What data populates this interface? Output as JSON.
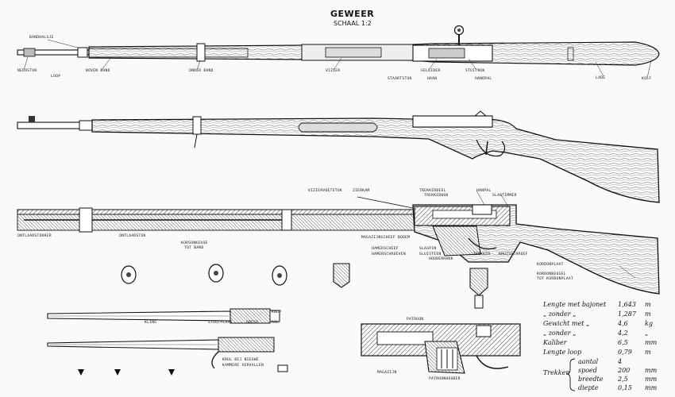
{
  "header": {
    "title": "GEWEER",
    "scale": "SCHAAL 1:2"
  },
  "labels": {
    "bandhalsje": "BANDHALSJE",
    "neerstuk": "NEERSTUK",
    "loop": "LOOP",
    "bovenband": "BOVEN BAND",
    "onderband": "ONDER BAND",
    "vizier": "VIZIER",
    "geleider": "GELEIDER",
    "staartstuk": "STAARTSTUK",
    "haan": "HAAN",
    "stuitnok": "STUITNOK",
    "handpal": "HANDPAL",
    "lade": "LADE",
    "kolf": "KOLF",
    "vizierstuk": "VIZIERVOETSTUK",
    "zierkam": "ZIERKAM",
    "trekkerdeel": "TREKKERDEEL",
    "trekkerhok": "TREKKERHOK",
    "hanpal": "HANPAL",
    "slagtimmer": "SLAGTIMMER",
    "ontlaadstokker": "ONTLAADSTOKKER",
    "ontlaadstok": "ONTLAADSTOK",
    "korsonkeuse": "KORSONKEUSE",
    "totband": "TOT BAND",
    "magazijn_bodem": "MAGAZIJNSCHEEF BODEM",
    "hamer": "HAMERSCHEEF",
    "hamer_gewerd": "HAMERSCHROEVEN",
    "slagpin": "SLAGPIN",
    "sluiter": "SLUISTEEN",
    "sluiterhouder": "HOUDERHAKK",
    "trekker": "TREKKER",
    "kruisschroef": "KRUISSCHROEF",
    "kordonplaat": "KORDONPLAAT",
    "kordonbeugel": "KORDONBEUGEL",
    "totkordon": "TOT KORDONPLAAT",
    "kling": "KLING",
    "greep_stootplaat": "STOOTPLAAT",
    "greep": "GREEP",
    "knop": "KNOP",
    "rol": "ROL",
    "patroon": "PATROON",
    "patroonhouder": "PATROONHOUDER",
    "magazijn": "MAGAZIJN",
    "krul_note_1": "KRUL BIJ NIEUWE",
    "krul_note_2": "KAMMERE VERVALLEN"
  },
  "specs": {
    "rows": [
      {
        "label": "Lengte met bajonet",
        "value": "1,643",
        "unit": "m"
      },
      {
        "label": "„   zonder  „",
        "value": "1,287",
        "unit": "m"
      },
      {
        "label": "Gewicht met  „",
        "value": "4,6",
        "unit": "kg"
      },
      {
        "label": "„   zonder  „",
        "value": "4,2",
        "unit": "„"
      },
      {
        "label": "Kaliber",
        "value": "6,5",
        "unit": "mm"
      },
      {
        "label": "Lengte loop",
        "value": "0,79",
        "unit": "m"
      }
    ],
    "trekken_label": "Trekken",
    "trekken": [
      {
        "label": "aantal",
        "value": "4",
        "unit": ""
      },
      {
        "label": "spoed",
        "value": "200",
        "unit": "mm"
      },
      {
        "label": "breedte",
        "value": "2,5",
        "unit": "mm"
      },
      {
        "label": "diepte",
        "value": "0,15",
        "unit": "mm"
      }
    ]
  }
}
